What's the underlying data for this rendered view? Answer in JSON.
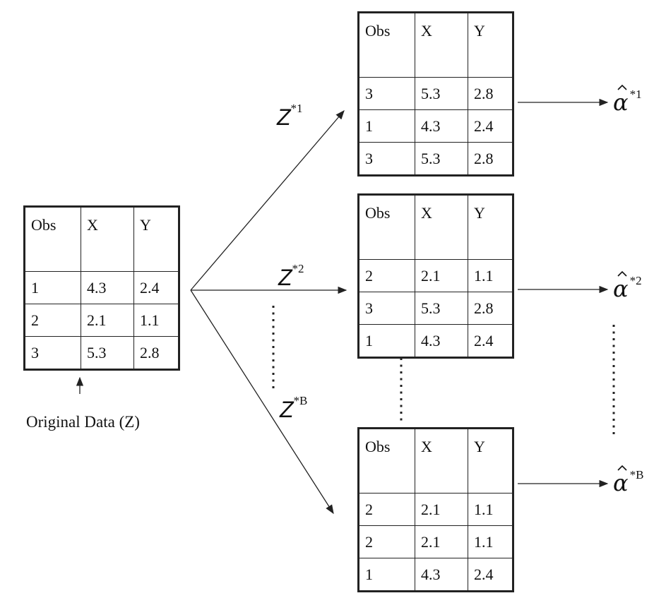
{
  "headers": [
    "Obs",
    "X",
    "Y"
  ],
  "original": {
    "caption": "Original Data (Z)",
    "rows": [
      [
        "1",
        "4.3",
        "2.4"
      ],
      [
        "2",
        "2.1",
        "1.1"
      ],
      [
        "3",
        "5.3",
        "2.8"
      ]
    ]
  },
  "samples": [
    {
      "label": "Z",
      "superscript": "*1",
      "estimate": "α",
      "estimate_superscript": "*1",
      "rows": [
        [
          "3",
          "5.3",
          "2.8"
        ],
        [
          "1",
          "4.3",
          "2.4"
        ],
        [
          "3",
          "5.3",
          "2.8"
        ]
      ]
    },
    {
      "label": "Z",
      "superscript": "*2",
      "estimate": "α",
      "estimate_superscript": "*2",
      "rows": [
        [
          "2",
          "2.1",
          "1.1"
        ],
        [
          "3",
          "5.3",
          "2.8"
        ],
        [
          "1",
          "4.3",
          "2.4"
        ]
      ]
    },
    {
      "label": "Z",
      "superscript": "*B",
      "estimate": "α",
      "estimate_superscript": "*B",
      "rows": [
        [
          "2",
          "2.1",
          "1.1"
        ],
        [
          "2",
          "2.1",
          "1.1"
        ],
        [
          "1",
          "4.3",
          "2.4"
        ]
      ]
    }
  ]
}
